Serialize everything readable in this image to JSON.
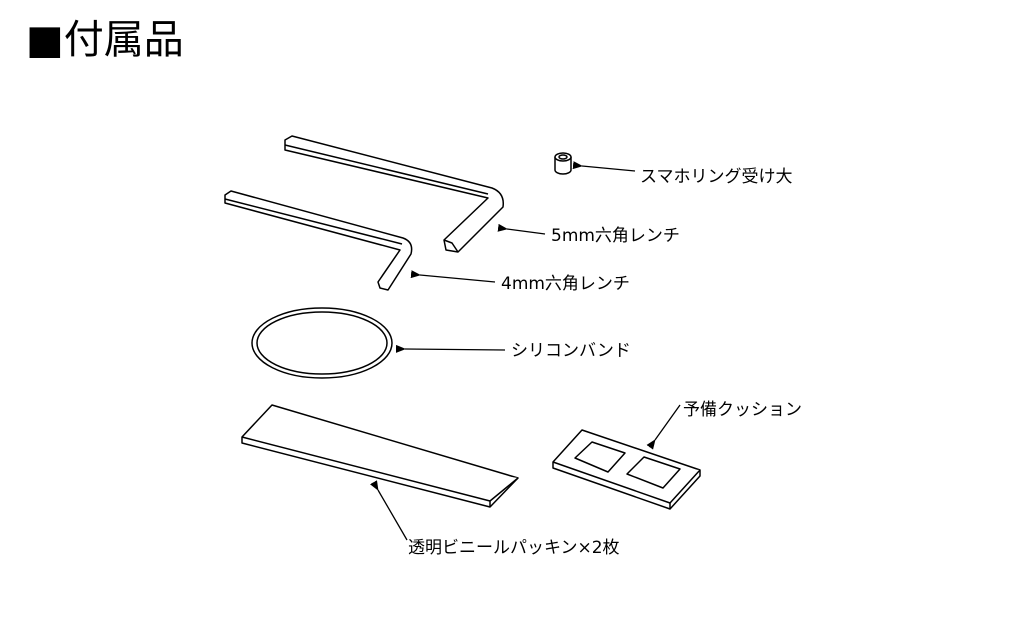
{
  "title": "■付属品",
  "items": [
    {
      "label": "スマホリング受け大",
      "icon": "ring-holder-receiver"
    },
    {
      "label": "5mm六角レンチ",
      "icon": "hex-wrench-5mm"
    },
    {
      "label": "4mm六角レンチ",
      "icon": "hex-wrench-4mm"
    },
    {
      "label": "シリコンバンド",
      "icon": "silicone-band"
    },
    {
      "label": "予備クッション",
      "icon": "spare-cushion"
    },
    {
      "label": "透明ビニールパッキン×2枚",
      "icon": "clear-vinyl-packing"
    }
  ]
}
